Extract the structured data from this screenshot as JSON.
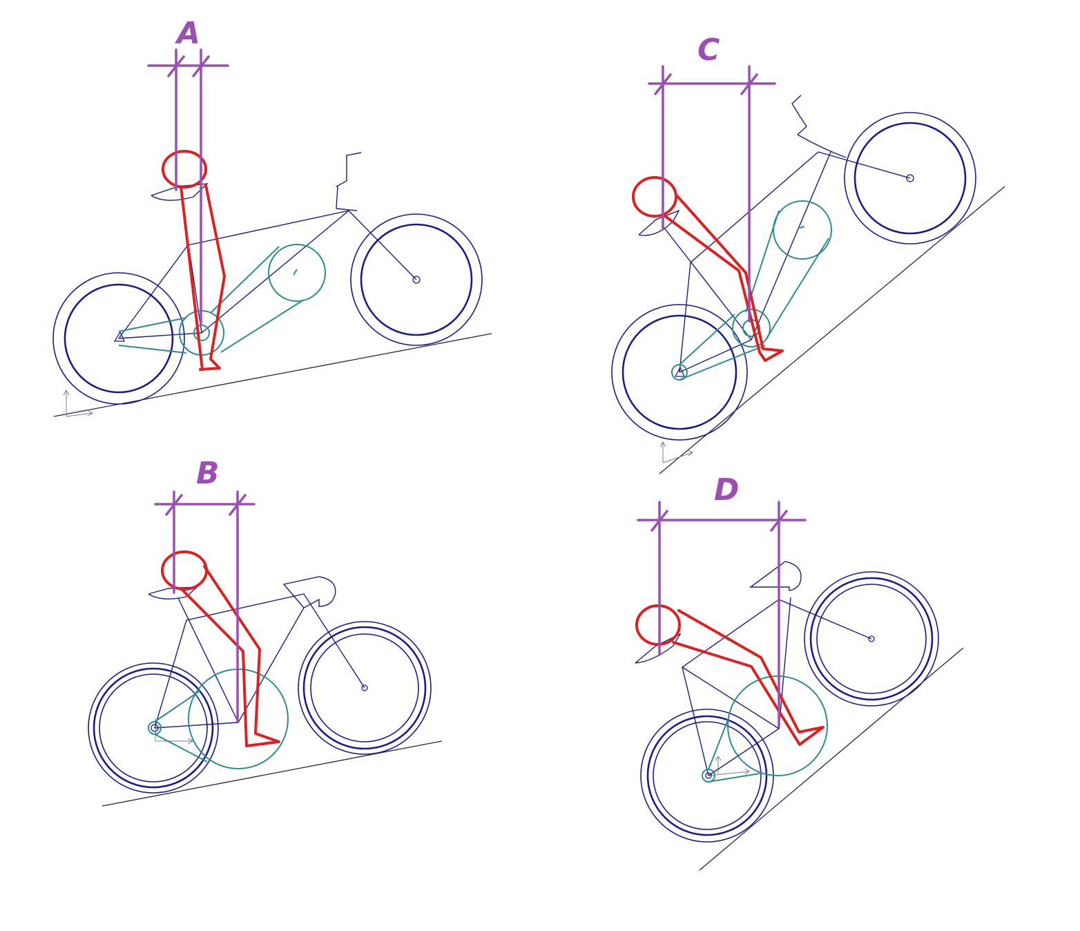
{
  "panels": [
    {
      "id": "A",
      "label": "A"
    },
    {
      "id": "B",
      "label": "B"
    },
    {
      "id": "C",
      "label": "C"
    },
    {
      "id": "D",
      "label": "D"
    }
  ],
  "colors": {
    "frame": "#1a1a8c",
    "rider": "#dd2020",
    "crank": "#2a8c8c",
    "dimension": "#9b4fb3"
  }
}
